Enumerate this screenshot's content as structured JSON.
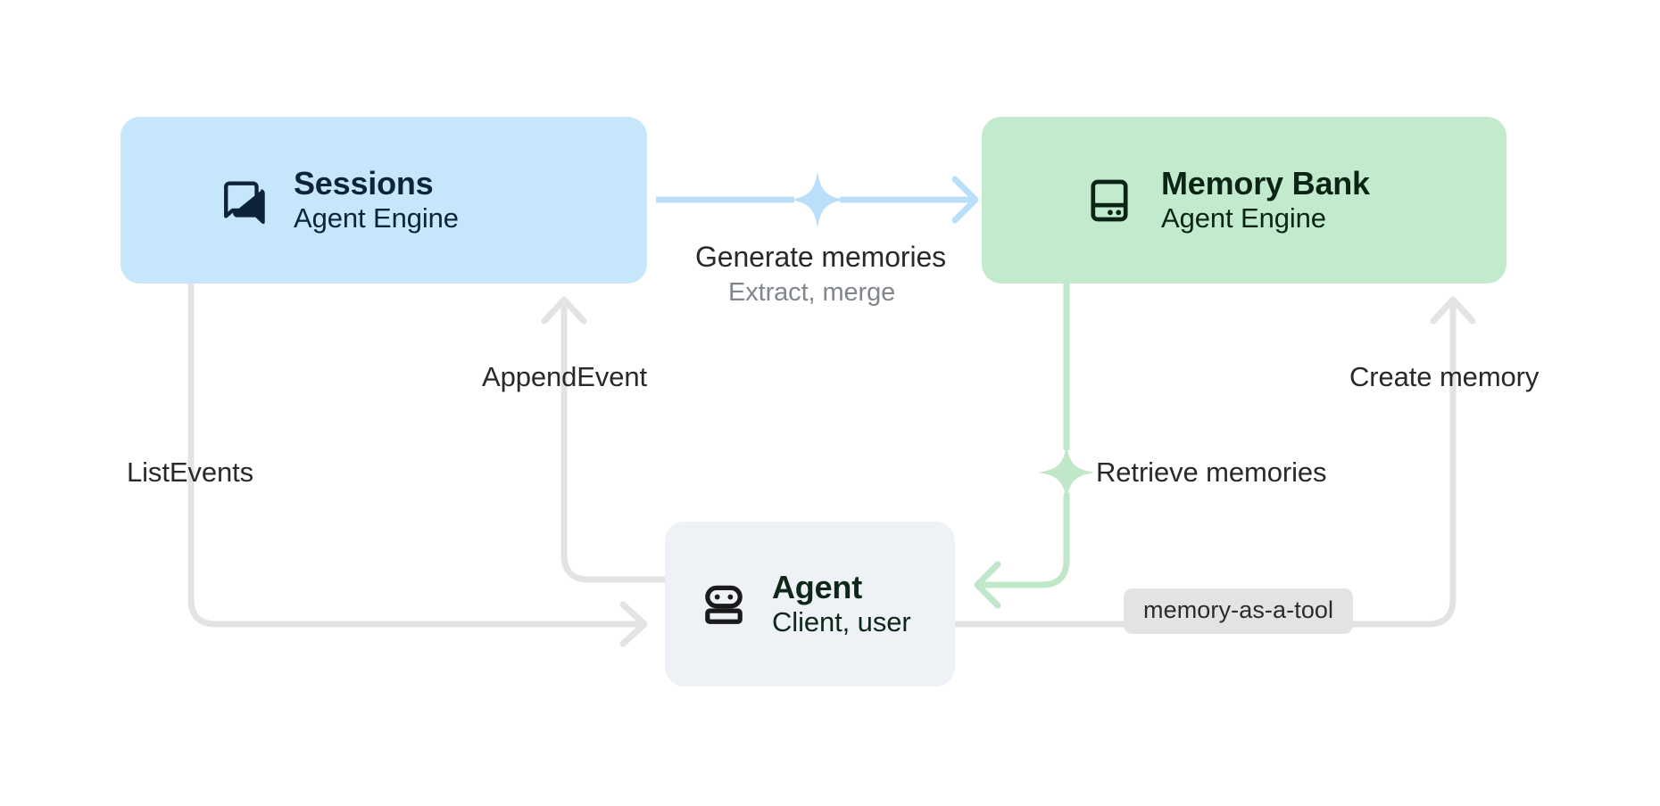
{
  "diagram": {
    "title": "Agent Engine Sessions and Memory Bank architecture",
    "background": "#ffffff",
    "colors": {
      "sessions_fill": "#c6e6fb",
      "sessions_stroke": "#aedcfa",
      "memorybank_fill": "#c2ebcd",
      "memorybank_stroke": "#b2e5c0",
      "agent_fill": "#eef1f6",
      "neutral_wire": "#e3e3e3",
      "label_text": "#29292b",
      "muted_text": "#81868c",
      "badge_fill": "#e3e3e3"
    }
  },
  "nodes": {
    "sessions": {
      "title": "Sessions",
      "subtitle": "Agent Engine",
      "icon": "forum-icon"
    },
    "memory_bank": {
      "title": "Memory Bank",
      "subtitle": "Agent Engine",
      "icon": "storage-icon"
    },
    "agent": {
      "title": "Agent",
      "subtitle": "Client, user",
      "icon": "robot-icon"
    }
  },
  "edges": {
    "generate_memories": {
      "label": "Generate memories",
      "sublabel": "Extract, merge",
      "from": "sessions",
      "to": "memory_bank",
      "color": "#b9dffb",
      "marker": "sparkle-icon"
    },
    "append_event": {
      "label": "AppendEvent",
      "from": "agent",
      "to": "sessions",
      "color": "#e3e3e3"
    },
    "list_events": {
      "label": "ListEvents",
      "from": "sessions",
      "to": "agent",
      "color": "#e3e3e3"
    },
    "create_memory": {
      "label": "Create memory",
      "from": "agent",
      "to": "memory_bank",
      "color": "#e3e3e3"
    },
    "retrieve_memories": {
      "label": "Retrieve memories",
      "from": "memory_bank",
      "to": "agent",
      "color": "#bfe7c8",
      "marker": "sparkle-icon"
    }
  },
  "badges": {
    "memory_as_a_tool": "memory-as-a-tool"
  }
}
